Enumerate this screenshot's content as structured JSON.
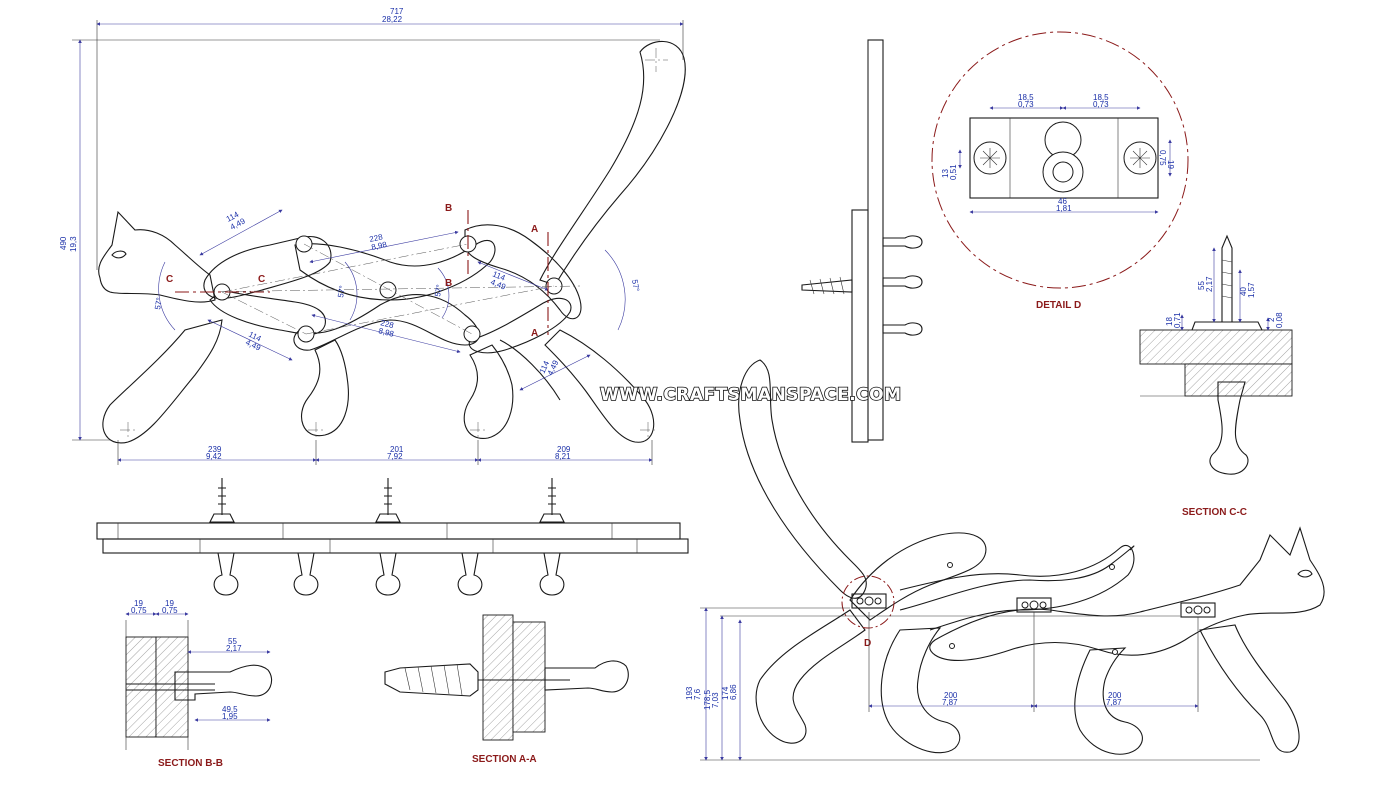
{
  "watermark": "WWW.CRAFTSMANSPACE.COM",
  "labels": {
    "section_bb": "SECTION B-B",
    "section_aa": "SECTION A-A",
    "section_cc": "SECTION C-C",
    "detail_d": "DETAIL D",
    "mark_a": "A",
    "mark_b": "B",
    "mark_c": "C",
    "mark_d": "D"
  },
  "dims": {
    "overall_w": "717",
    "overall_w_in": "28,22",
    "overall_h": "490",
    "overall_h_in": "19,3",
    "link_114": "114",
    "link_114_in": "4,49",
    "link_228": "228",
    "link_228_in": "8,98",
    "angle": "57°",
    "base_239": "239",
    "base_239_in": "9,42",
    "base_201": "201",
    "base_201_in": "7,92",
    "base_209": "209",
    "base_209_in": "8,21",
    "d_185": "18,5",
    "d_185_in": "0,73",
    "d_13": "13",
    "d_13_in": "0,51",
    "d_19": "19",
    "d_19_in": "0,75",
    "d_46": "46",
    "d_46_in": "1,81",
    "c_55": "55",
    "c_55_in": "2,17",
    "c_40": "40",
    "c_40_in": "1,57",
    "c_18": "18",
    "c_18_in": "0,71",
    "c_2": "2",
    "c_2_in": "0,08",
    "b_19": "19",
    "b_19_in": "0,75",
    "b_55": "55",
    "b_55_in": "2,17",
    "b_495": "49,5",
    "b_495_in": "1,95",
    "p_193": "193",
    "p_193_in": "7,6",
    "p_1785": "178,5",
    "p_1785_in": "7,03",
    "p_174": "174",
    "p_174_in": "6,86",
    "p_200": "200",
    "p_200_in": "7,87"
  }
}
